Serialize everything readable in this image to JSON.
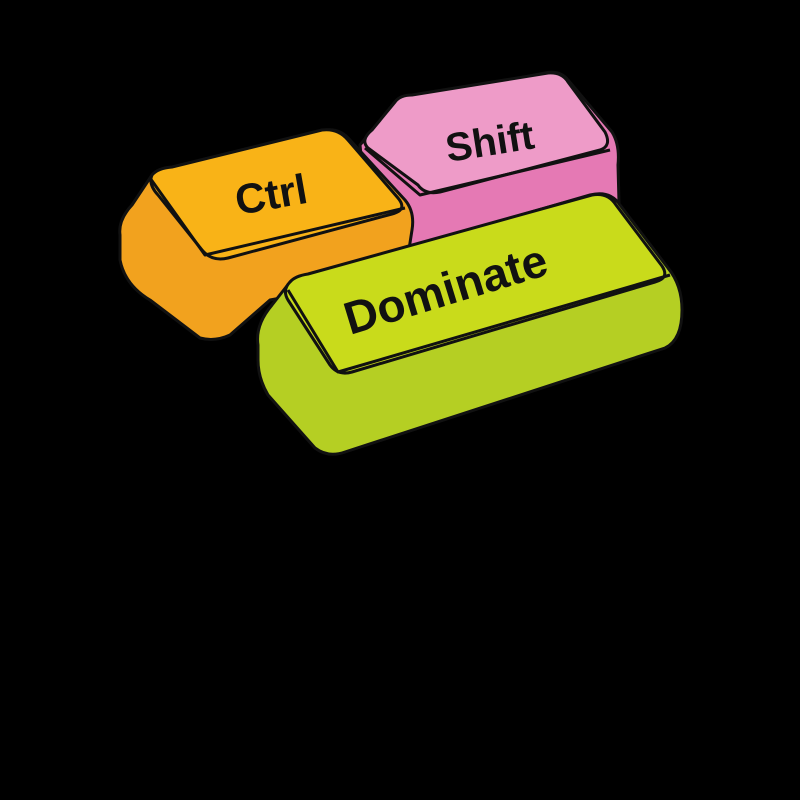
{
  "keys": {
    "ctrl": {
      "label": "Ctrl",
      "top_color": "#F9B317",
      "side_color": "#F2A21E"
    },
    "shift": {
      "label": "Shift",
      "top_color": "#EE9BC8",
      "side_color": "#E579B4"
    },
    "dominate": {
      "label": "Dominate",
      "top_color": "#C9DB1B",
      "side_color": "#B5CF23"
    }
  },
  "colors": {
    "background": "#000000",
    "outline": "#111111"
  }
}
